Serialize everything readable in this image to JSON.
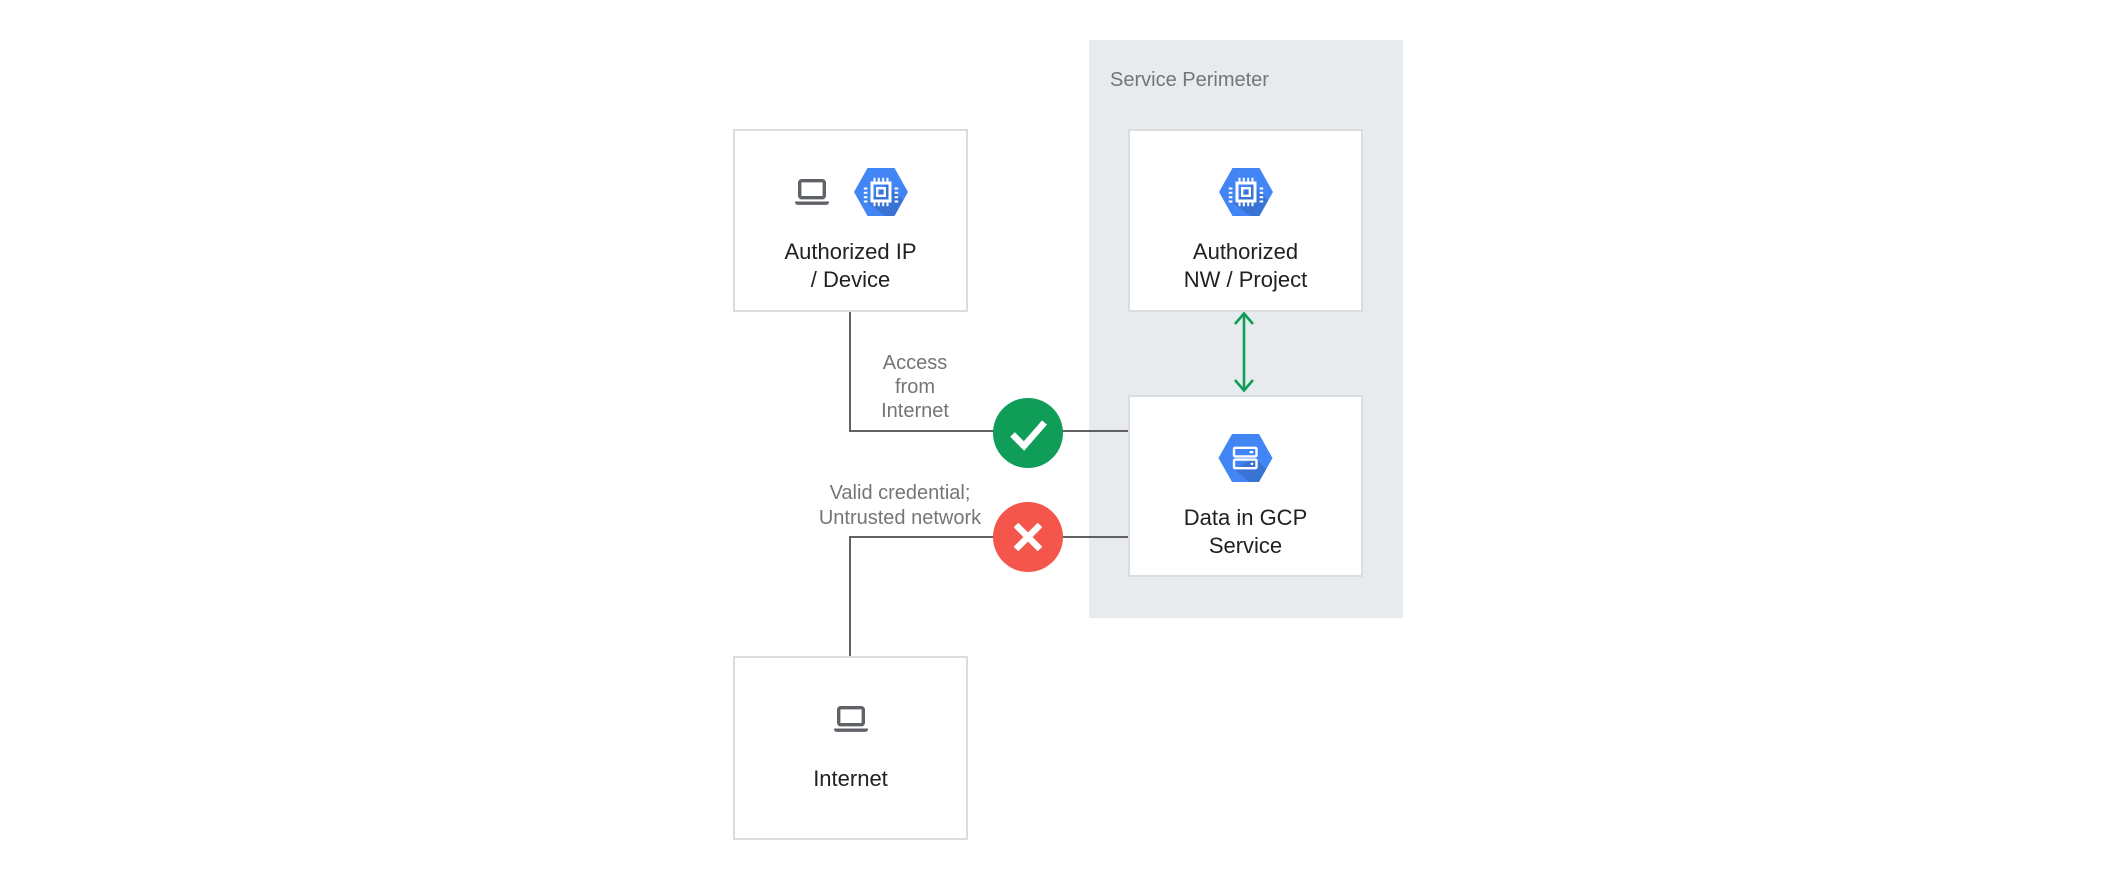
{
  "perimeter": {
    "label": "Service Perimeter"
  },
  "nodes": {
    "authorized_ip_device": {
      "line1": "Authorized IP",
      "line2": "/ Device"
    },
    "authorized_nw_project": {
      "line1": "Authorized",
      "line2": "NW / Project"
    },
    "data_in_gcp_service": {
      "line1": "Data in GCP",
      "line2": "Service"
    },
    "internet": {
      "label": "Internet"
    }
  },
  "edges": {
    "access_from_internet": {
      "line1": "Access",
      "line2": "from",
      "line3": "Internet",
      "result_icon": "check-icon"
    },
    "valid_credential_untrusted": {
      "line1": "Valid credential;",
      "line2": "Untrusted network",
      "result_icon": "x-icon"
    },
    "perimeter_internal": {
      "result_icon": "double-arrow-icon"
    }
  },
  "icons": {
    "device": "laptop-icon",
    "compute": "compute-engine-hexagon-icon",
    "storage": "storage-hexagon-icon",
    "allowed": "check-icon",
    "denied": "x-icon",
    "bidirectional": "double-arrow-icon"
  },
  "colors": {
    "perimeter_fill": "#e8ebee",
    "box_border": "#dadce0",
    "connector_line": "#616161",
    "status_green": "#0f9d58",
    "status_red": "#f4564c",
    "gcp_blue": "#4285f4",
    "icon_gray": "#5f6368",
    "text_dark": "#212121",
    "text_gray": "#757575"
  }
}
